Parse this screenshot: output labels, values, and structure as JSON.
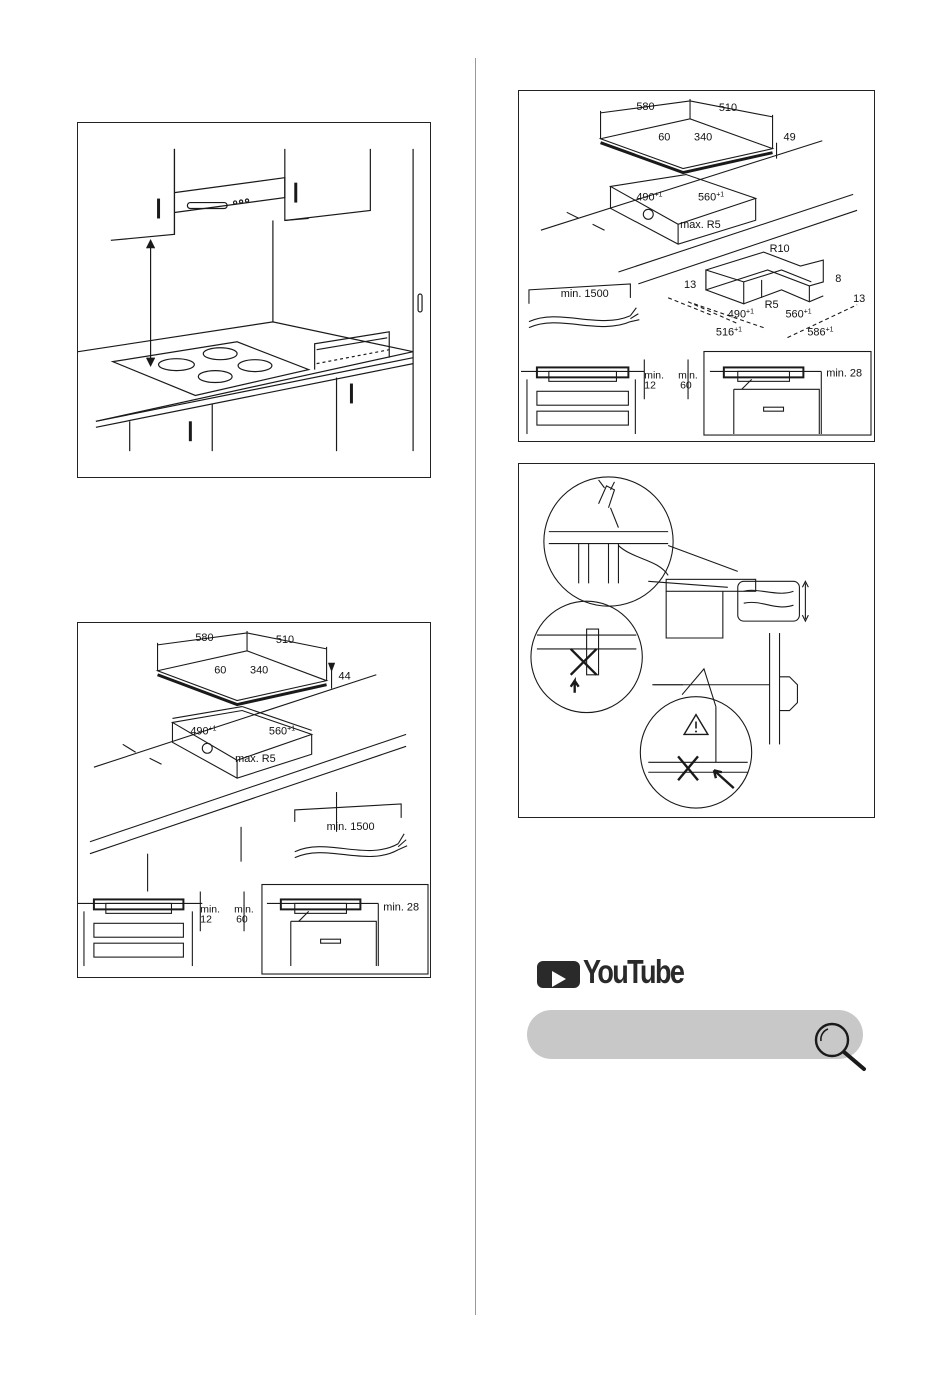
{
  "fig2": {
    "d580": "580",
    "d510": "510",
    "d60": "60",
    "d340": "340",
    "d44": "44",
    "cut_w": "490",
    "cut_w_tol": "+1",
    "cut_d": "560",
    "cut_d_tol": "+1",
    "radius": "max. R5",
    "cable": "min. 1500",
    "min_a": "min.",
    "min_a_val": "12",
    "min_b": "min.",
    "min_b_val": "60",
    "min_28": "min. 28"
  },
  "fig3": {
    "d580": "580",
    "d510": "510",
    "d60": "60",
    "d340": "340",
    "d49": "49",
    "cut_w": "490",
    "cut_w_tol": "+1",
    "cut_d": "560",
    "cut_d_tol": "+1",
    "radius": "max. R5",
    "cable": "min. 1500",
    "r10": "R10",
    "r5": "R5",
    "d13a": "13",
    "d13b": "13",
    "d8": "8",
    "frame_w": "490",
    "frame_w_tol": "+1",
    "frame_d": "560",
    "frame_d_tol": "+1",
    "outer_w": "516",
    "outer_w_tol": "+1",
    "outer_d": "586",
    "outer_d_tol": "+1",
    "min_a": "min.",
    "min_a_val": "12",
    "min_b": "min.",
    "min_b_val": "60",
    "min_28": "min. 28"
  },
  "youtube": {
    "wordmark": "YouTube"
  },
  "search": {
    "value": "",
    "placeholder": ""
  },
  "colors": {
    "line": "#1a1a1a",
    "search_bg": "#c8c8c8",
    "logo": "#2a2a2a"
  }
}
